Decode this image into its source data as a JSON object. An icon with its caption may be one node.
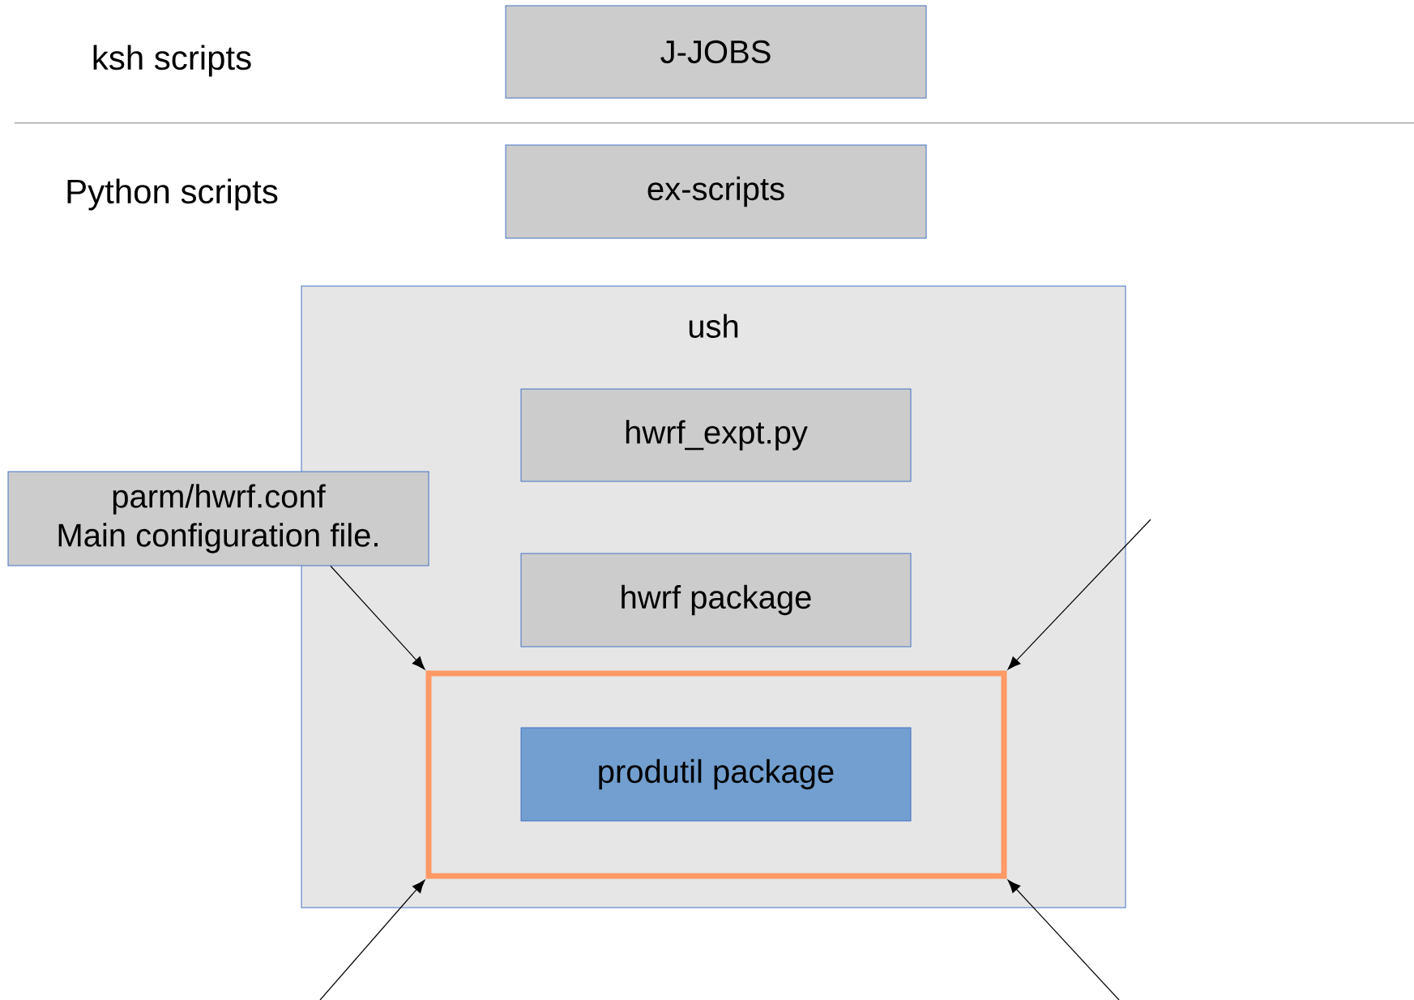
{
  "diagram": {
    "nodes": [
      {
        "text": [
          "J-JOBS"
        ]
      },
      {
        "text": [
          "ex-scripts"
        ]
      },
      {
        "text": [
          "ush"
        ]
      },
      {
        "text": [
          "hwrf_expt.py"
        ],
        "in": 2
      },
      {
        "text": [
          "hwrf package"
        ],
        "in": 2
      },
      {
        "text": [],
        "shape": "box",
        "in": 2
      },
      {
        "text": [
          "produtil package"
        ],
        "in": 5
      },
      {
        "text": [
          "parm/hwrf.conf",
          "Main configuration file."
        ]
      }
    ],
    "edges": [
      {
        "from": 7,
        "to": 5,
        "arrow": "to"
      },
      {
        "from": null,
        "to": 5,
        "arrow": "to"
      },
      {
        "from": null,
        "to": 5,
        "arrow": "to"
      },
      {
        "from": null,
        "to": 5,
        "arrow": "to"
      }
    ],
    "labels": [
      "ksh scripts",
      "Python scripts"
    ]
  }
}
